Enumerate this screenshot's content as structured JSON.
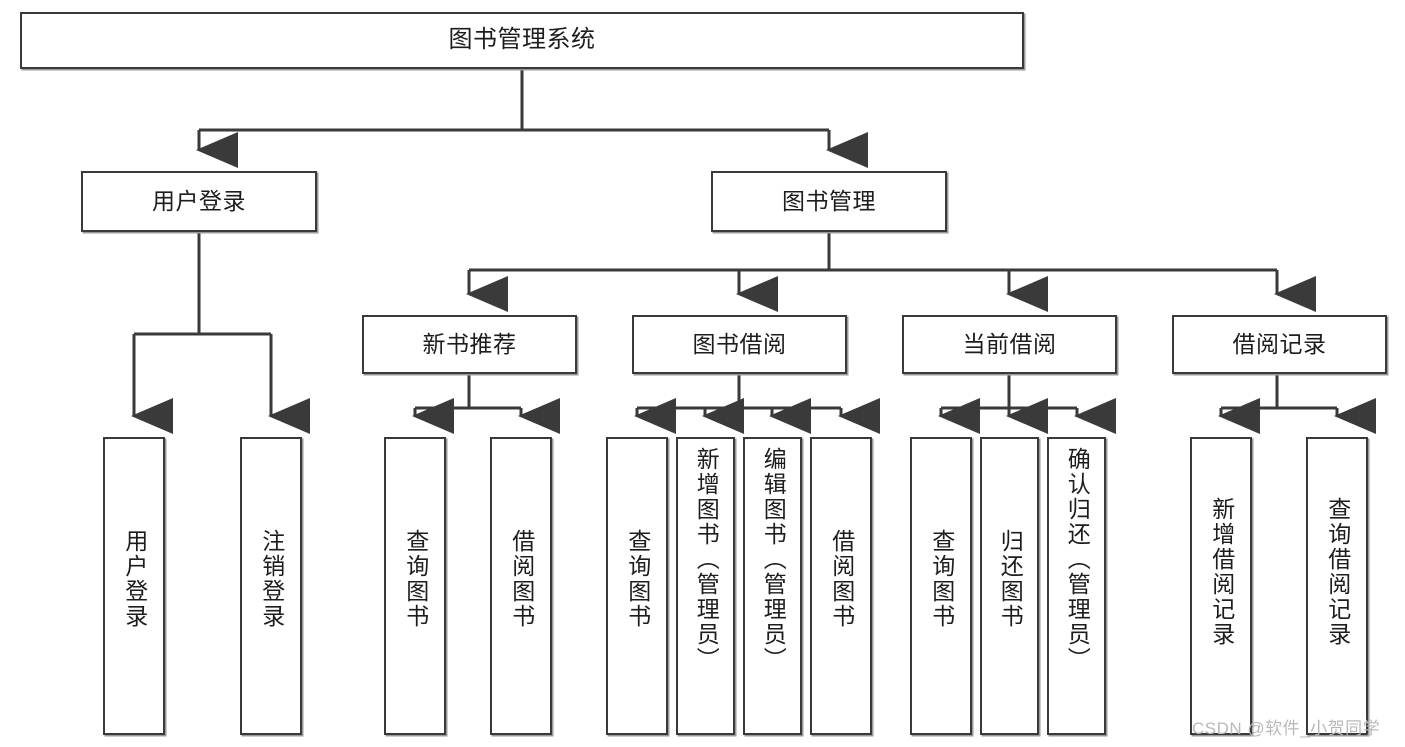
{
  "diagram": {
    "type": "tree",
    "title": "图书管理系统",
    "orientation": "top-down",
    "watermark": "CSDN @软件_小贺同学",
    "colors": {
      "background": "#ffffff",
      "node_border": "#3a3a3a",
      "node_fill": "#ffffff",
      "edge": "#3a3a3a",
      "text": "#1d1d1d",
      "watermark": "#b9b9b9"
    }
  },
  "nodes": {
    "root": {
      "label": "图书管理系统"
    },
    "level2": [
      {
        "id": "user-login",
        "label": "用户登录"
      },
      {
        "id": "book-manage",
        "label": "图书管理"
      }
    ],
    "level3": [
      {
        "id": "new-book-recommend",
        "label": "新书推荐"
      },
      {
        "id": "book-borrow",
        "label": "图书借阅"
      },
      {
        "id": "current-borrow",
        "label": "当前借阅"
      },
      {
        "id": "borrow-record",
        "label": "借阅记录"
      }
    ],
    "leaves": {
      "user_login": [
        {
          "id": "leaf-user-login",
          "label": "用户登录"
        },
        {
          "id": "leaf-logout-login",
          "label": "注销登录"
        }
      ],
      "new_book_recommend": [
        {
          "id": "leaf-query-book-1",
          "label": "查询图书"
        },
        {
          "id": "leaf-borrow-book-1",
          "label": "借阅图书"
        }
      ],
      "book_borrow": [
        {
          "id": "leaf-query-book-2",
          "label": "查询图书"
        },
        {
          "id": "leaf-add-book",
          "label": "新增图书（管理员）"
        },
        {
          "id": "leaf-edit-book",
          "label": "编辑图书（管理员）"
        },
        {
          "id": "leaf-borrow-book-2",
          "label": "借阅图书"
        }
      ],
      "current_borrow": [
        {
          "id": "leaf-query-book-3",
          "label": "查询图书"
        },
        {
          "id": "leaf-return-book",
          "label": "归还图书"
        },
        {
          "id": "leaf-confirm-return",
          "label": "确认归还（管理员）"
        }
      ],
      "borrow_record": [
        {
          "id": "leaf-add-record",
          "label": "新增借阅记录"
        },
        {
          "id": "leaf-query-record",
          "label": "查询借阅记录"
        }
      ]
    }
  }
}
